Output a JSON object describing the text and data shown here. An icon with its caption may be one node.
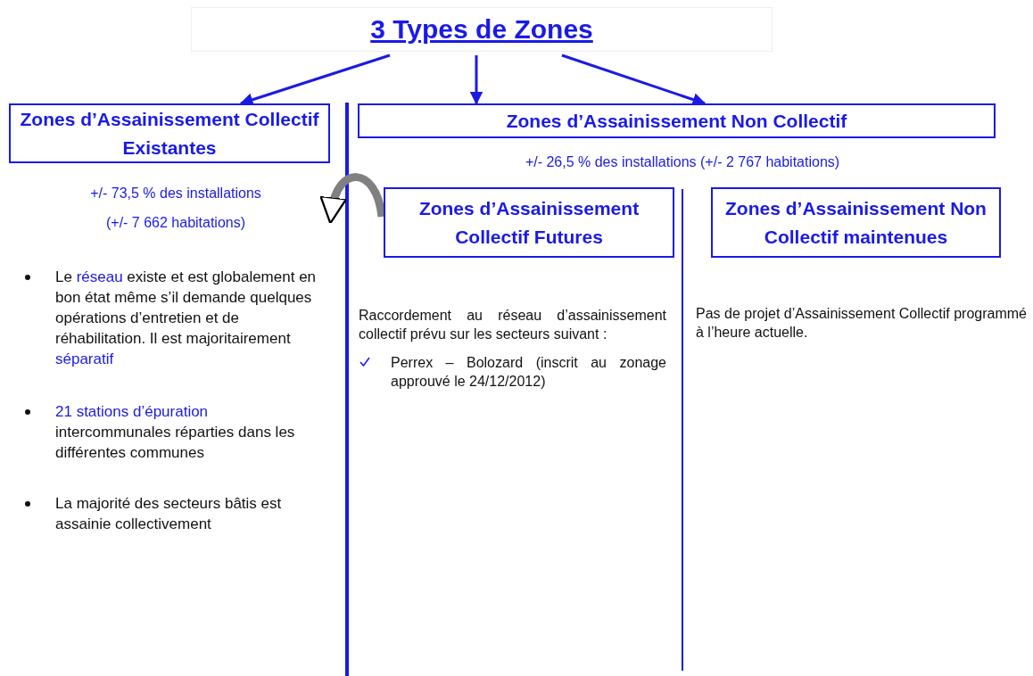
{
  "diagram": {
    "title": "3 Types de Zones",
    "nodes": [
      {
        "text": [
          "Zones d’Assainissement Collectif Existantes"
        ],
        "beside": [
          "+/- 73,5 % des installations",
          "(+/- 7 662 habitations)"
        ]
      },
      {
        "text": [
          "Zones d’Assainissement Non Collectif"
        ],
        "beside": [
          "+/- 26,5 % des installations (+/- 2 767 habitations)"
        ]
      },
      {
        "text": [
          "Zones d’Assainissement Collectif Futures"
        ]
      },
      {
        "text": [
          "Zones d’Assainissement Non Collectif maintenues"
        ]
      }
    ],
    "edges": [
      {
        "from": null,
        "to": 0,
        "arrow": "to"
      },
      {
        "from": null,
        "to": 1,
        "arrow": "to"
      },
      {
        "from": null,
        "to": 1,
        "arrow": "to"
      },
      {
        "from": 2,
        "to": null,
        "arrow": "to",
        "style": "thick",
        "color": "#808080"
      }
    ],
    "labels": [
      "Le **réseau** existe et est globalement en bon état même s’il demande quelques opérations d’entretien et de réhabilitation. Il est majoritairement **séparatif**",
      "**21 stations d’épuration** intercommunales réparties dans les différentes communes",
      "La majorité des secteurs bâtis est assainie collectivement",
      "Raccordement au réseau d’assainissement collectif prévu sur les secteurs suivant :",
      "Perrex – Bolozard (inscrit au zonage approuvé le 24/12/2012)",
      "Pas de projet d’Assainissement Collectif programmé à l’heure actuelle."
    ]
  }
}
